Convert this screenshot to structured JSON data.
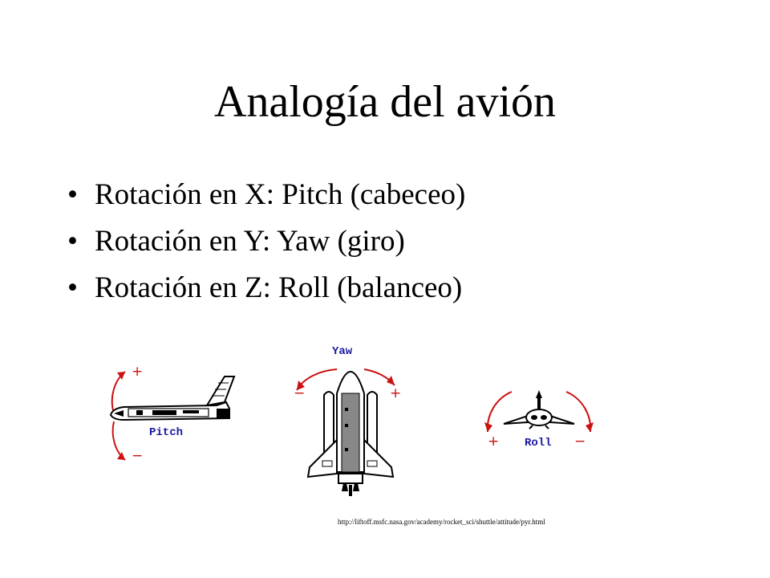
{
  "slide": {
    "title": "Analogía del avión",
    "bullet_symbol": "•",
    "bullets": [
      "Rotación en X: Pitch (cabeceo)",
      "Rotación en Y: Yaw (giro)",
      "Rotación en Z: Roll (balanceo)"
    ]
  },
  "figures": {
    "pitch": {
      "label": "Pitch",
      "plus": "+",
      "minus": "−"
    },
    "yaw": {
      "label": "Yaw",
      "plus": "+",
      "minus": "−"
    },
    "roll": {
      "label": "Roll",
      "plus": "+",
      "minus": "−"
    }
  },
  "source_url": "http://liftoff.msfc.nasa.gov/academy/rocket_sci/shuttle/attitude/pyr.html",
  "colors": {
    "arrow": "#cc1111",
    "label": "#1a1aa0",
    "text": "#000000"
  }
}
